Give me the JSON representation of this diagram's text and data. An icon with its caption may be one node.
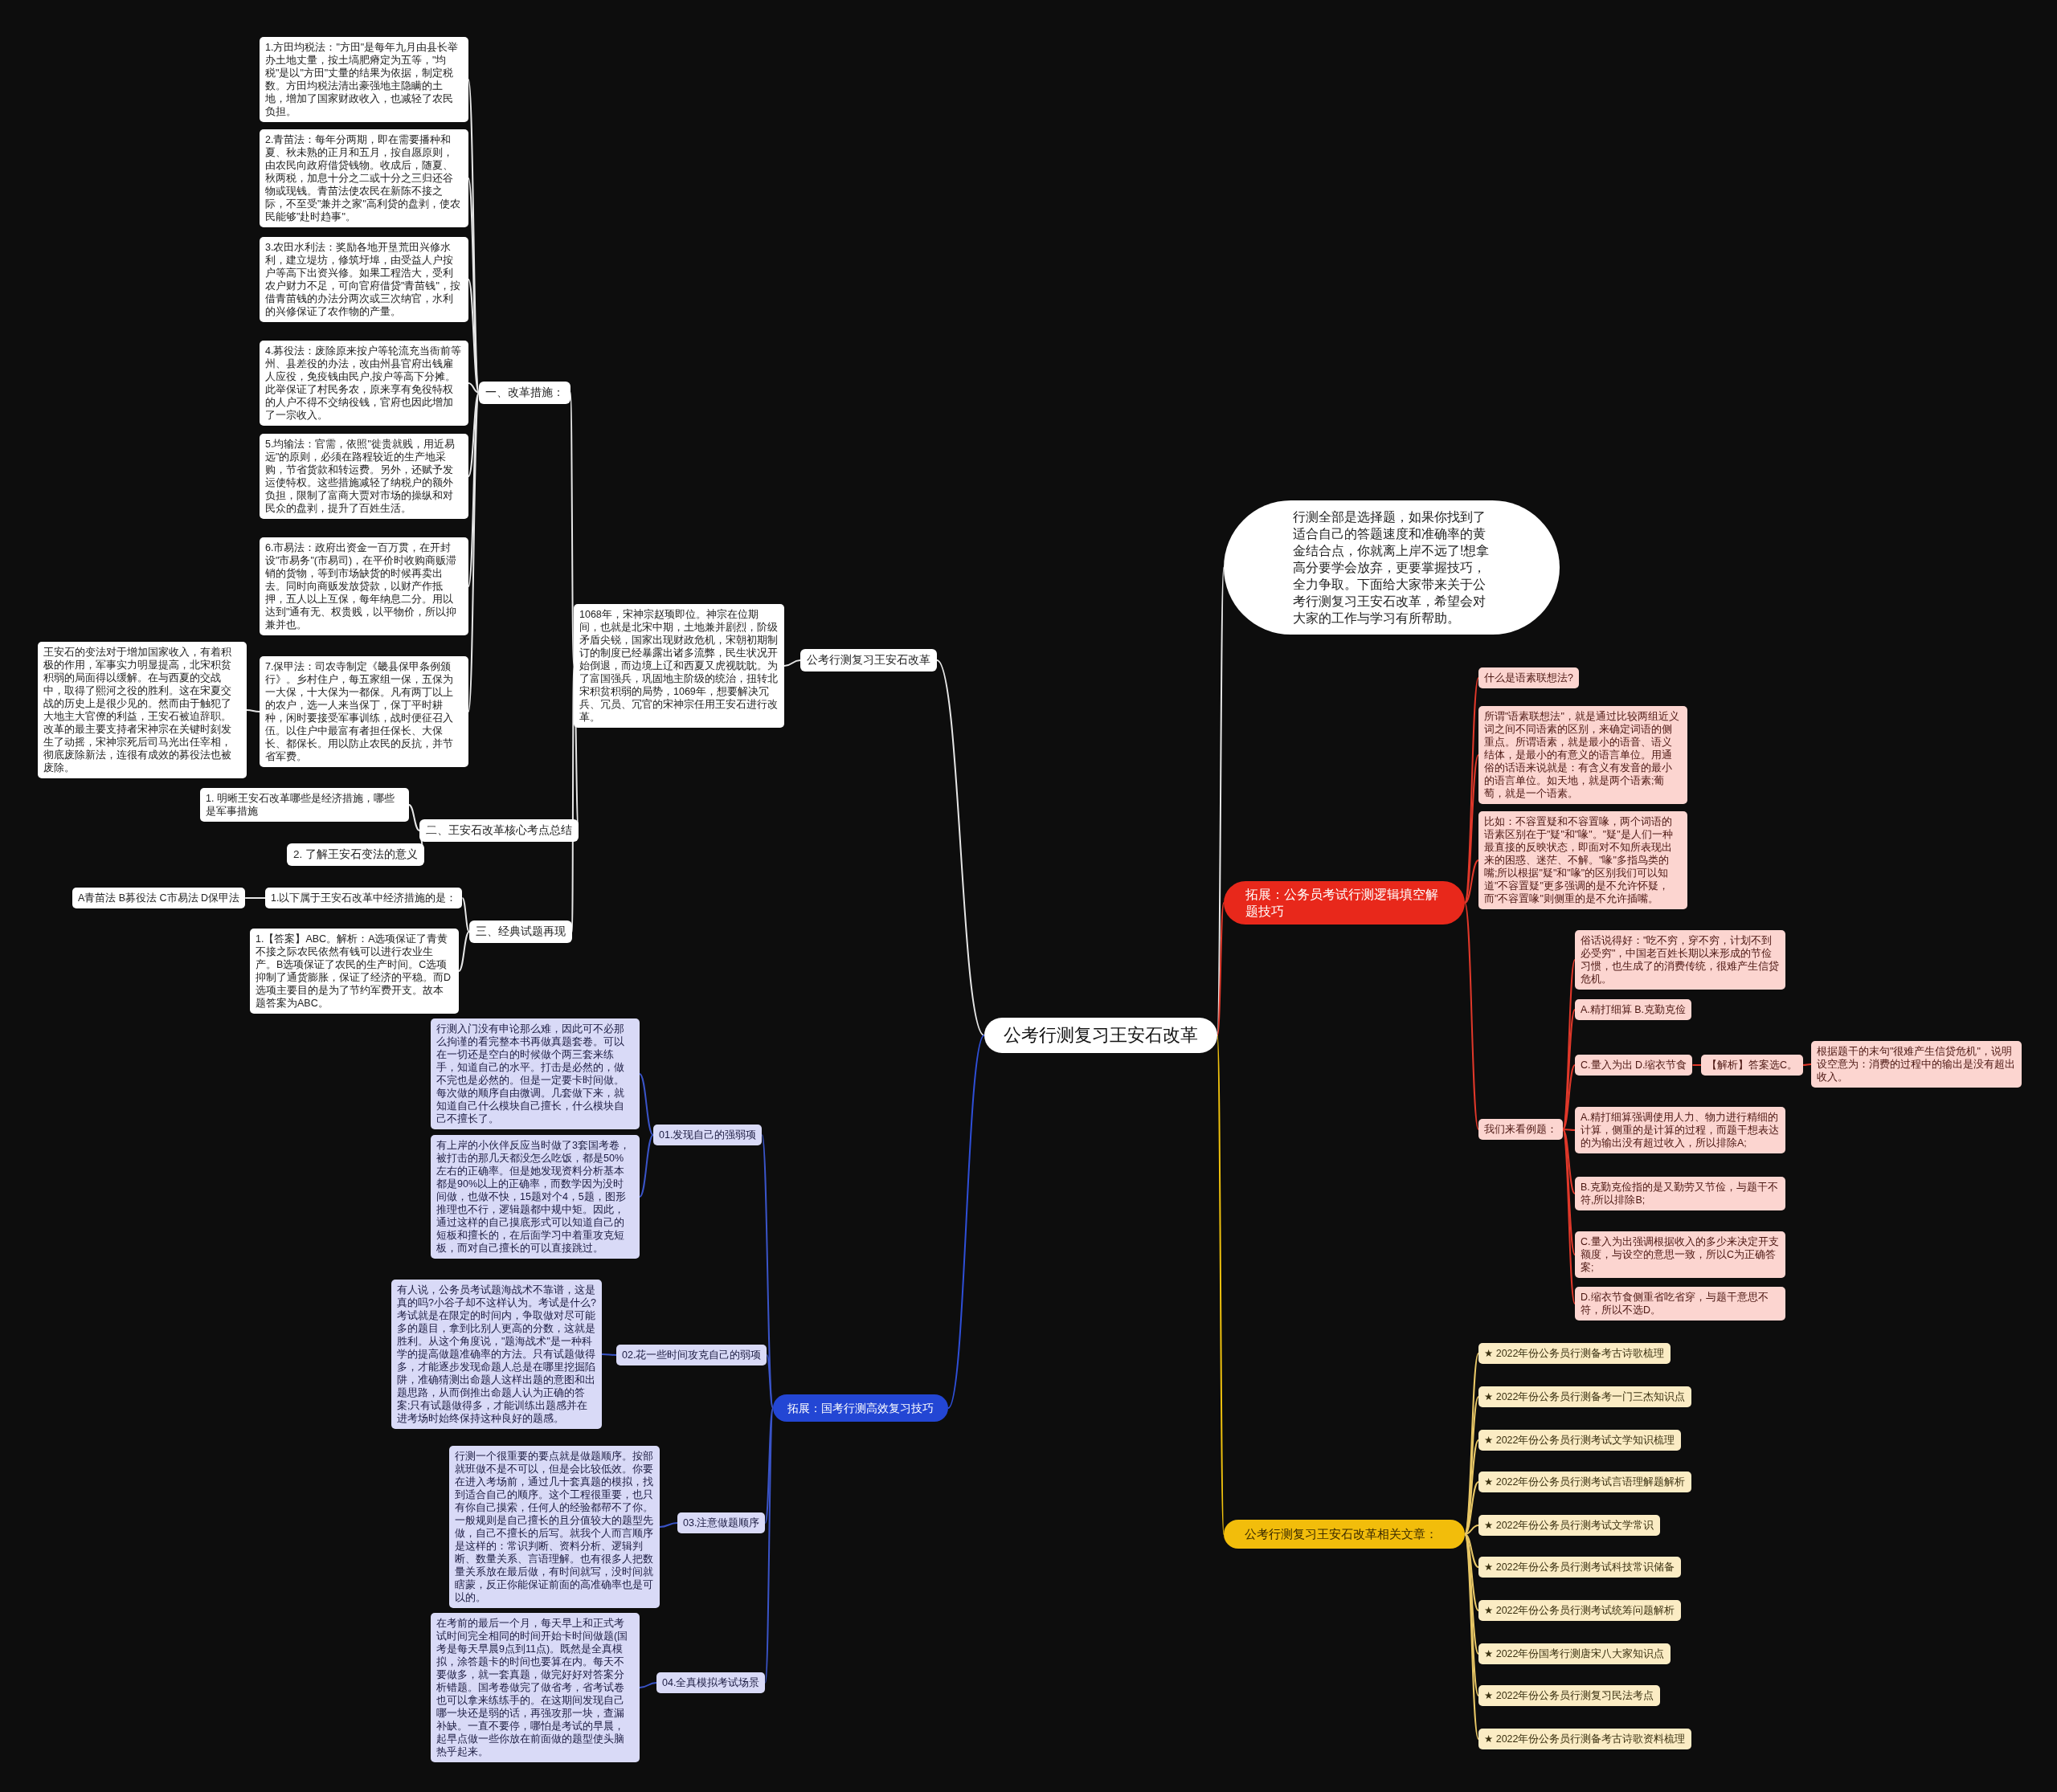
{
  "diagram": {
    "nodes": [
      {
        "text": [
          "公考行测复习王安石改革"
        ]
      },
      {
        "text": [
          "公考行测复习王安石改革"
        ]
      },
      {
        "text": [
          "1068年，宋神宗赵顼即位。神宗在位期间，也就是北宋中期，土地兼并剧烈，阶级矛盾尖锐，国家出现财政危机，宋朝初期制订的制度已经暴露出诸多流弊，民生状况开始倒退，而边境上辽和西夏又虎视眈眈。为了富国强兵，巩固地主阶级的统治，扭转北宋积贫积弱的局势，1069年，想要解决冗兵、冗员、冗官的宋神宗任用王安石进行改革。"
        ]
      },
      {
        "text": [
          "一、改革措施："
        ]
      },
      {
        "text": [
          "1.方田均税法：\"方田\"是每年九月由县长举办土地丈量，按土塙肥瘠定为五等，\"均税\"是以\"方田\"丈量的结果为依据，制定税数。方田均税法清出豪强地主隐瞒的土地，增加了国家财政收入，也减轻了农民负担。"
        ]
      },
      {
        "text": [
          "2.青苗法：每年分两期，即在需要播种和夏、秋未熟的正月和五月，按自愿原则，由农民向政府借贷钱物。收成后，随夏、秋两税，加息十分之二或十分之三归还谷物或现钱。青苗法使农民在新陈不接之际，不至受\"兼并之家\"高利贷的盘剥，使农民能够\"赴时趋事\"。"
        ]
      },
      {
        "text": [
          "3.农田水利法：奖励各地开垦荒田兴修水利，建立堤坊，修筑圩埠，由受益人户按户等高下出资兴修。如果工程浩大，受利农户财力不足，可向官府借贷\"青苗钱\"，按借青苗钱的办法分两次或三次纳官，水利的兴修保证了农作物的产量。"
        ]
      },
      {
        "text": [
          "4.募役法：废除原来按户等轮流充当衙前等州、县差役的办法，改由州县官府出钱雇人应役，免疫钱由民户,按户等高下分摊。此举保证了村民务农，原来享有免役特权的人户不得不交纳役钱，官府也因此增加了一宗收入。"
        ]
      },
      {
        "text": [
          "5.均输法：官需，依照\"徙贵就贱，用近易远\"的原则，必须在路程较近的生产地采购，节省货款和转运费。另外，还赋予发运使特权。这些措施减轻了纳税户的额外负担，限制了富商大贾对市场的操纵和对民众的盘剥，提升了百姓生活。"
        ]
      },
      {
        "text": [
          "6.市易法：政府出资金一百万贯，在开封设\"市易务\"(市易司)，在平价时收购商贩滞销的货物，等到市场缺货的时候再卖出去。同时向商贩发放贷款，以财产作抵押，五人以上互保，每年纳息二分。用以达到\"通有无、权贵贱，以平物价，所以抑兼并也。"
        ]
      },
      {
        "text": [
          "7.保甲法：司农寺制定《畿县保甲条例颁行》。乡村住户，每五家组一保，五保为一大保，十大保为一都保。凡有两丁以上的农户，选一人来当保丁，保丁平时耕种，闲时要接受军事训练，战时便征召入伍。以住户中最富有者担任保长、大保长、都保长。用以防止农民的反抗，并节省军费。"
        ]
      },
      {
        "text": [
          "王安石的变法对于增加国家收入，有着积极的作用，军事实力明显提高，北宋积贫积弱的局面得以缓解。在与西夏的交战中，取得了熙河之役的胜利。这在宋夏交战的历史上是很少见的。然而由于触犯了大地主大官僚的利益，王安石被迫辞职。改革的最主要支持者宋神宗在关键时刻发生了动摇，宋神宗死后司马光出任宰相，彻底废除新法，连很有成效的募役法也被废除。"
        ]
      },
      {
        "text": [
          "二、王安石改革核心考点总结"
        ]
      },
      {
        "text": [
          "1. 明晰王安石改革哪些是经济措施，哪些是军事措施"
        ]
      },
      {
        "text": [
          "2. 了解王安石变法的意义"
        ]
      },
      {
        "text": [
          "三、经典试题再现"
        ]
      },
      {
        "text": [
          "1.以下属于王安石改革中经济措施的是："
        ]
      },
      {
        "text": [
          "A青苗法 B募役法 C市易法 D保甲法"
        ]
      },
      {
        "text": [
          "1.【答案】ABC。解析：A选项保证了青黄不接之际农民依然有钱可以进行农业生产。B选项保证了农民的生产时间。C选项抑制了通货膨胀，保证了经济的平稳。而D选项主要目的是为了节约军费开支。故本题答案为ABC。"
        ]
      },
      {
        "text": [
          "行测全部是选择题，如果你找到了适合自己的答题速度和准确率的黄金结合点，你就离上岸不远了!想拿高分要学会放弃，更要掌握技巧，全力争取。下面给大家带来关于公考行测复习王安石改革，希望会对大家的工作与学习有所帮助。"
        ]
      },
      {
        "text": [
          "拓展：公务员考试行测逻辑填空解题技巧"
        ]
      },
      {
        "text": [
          "什么是语素联想法?"
        ]
      },
      {
        "text": [
          "所谓\"语素联想法\"，就是通过比较两组近义词之间不同语素的区别，来确定词语的侧重点。所谓语素，就是最小的语音、语义结体，是最小的有意义的语言单位。用通俗的话语来说就是：有含义有发音的最小的语言单位。如天地，就是两个语素;葡萄，就是一个语素。"
        ]
      },
      {
        "text": [
          "比如：不容置疑和不容置喙，两个词语的语素区别在于\"疑\"和\"喙\"。\"疑\"是人们一种最直接的反映状态，即面对不知所表现出来的困惑、迷茫、不解。\"喙\"多指鸟类的嘴;所以根据\"疑\"和\"喙\"的区别我们可以知道\"不容置疑\"更多强调的是不允许怀疑，而\"不容置喙\"则侧重的是不允许插嘴。"
        ]
      },
      {
        "text": [
          "我们来看例题："
        ]
      },
      {
        "text": [
          "俗话说得好：\"吃不穷，穿不穷，计划不到必受穷\"，中国老百姓长期以来形成的节俭习惯，也生成了的消费传统，很难产生信贷危机。"
        ]
      },
      {
        "text": [
          "A.精打细算 B.克勤克俭"
        ]
      },
      {
        "text": [
          "C.量入为出 D.缩衣节食"
        ]
      },
      {
        "text": [
          "【解析】答案选C。"
        ]
      },
      {
        "text": [
          "根据题干的末句\"很难产生信贷危机\"，说明设空意为：消费的过程中的输出是没有超出收入。"
        ]
      },
      {
        "text": [
          "A.精打细算强调使用人力、物力进行精细的计算，侧重的是计算的过程，而题干想表达的为输出没有超过收入，所以排除A;"
        ]
      },
      {
        "text": [
          "B.克勤克俭指的是又勤劳又节俭，与题干不符,所以排除B;"
        ]
      },
      {
        "text": [
          "C.量入为出强调根据收入的多少来决定开支额度，与设空的意思一致，所以C为正确答案;"
        ]
      },
      {
        "text": [
          "D.缩衣节食侧重省吃省穿，与题干意思不符，所以不选D。"
        ]
      },
      {
        "text": [
          "公考行测复习王安石改革相关文章："
        ]
      },
      {
        "text": [
          "★ 2022年份公务员行测备考古诗歌梳理"
        ]
      },
      {
        "text": [
          "★ 2022年份公务员行测备考一门三杰知识点"
        ]
      },
      {
        "text": [
          "★ 2022年份公务员行测考试文学知识梳理"
        ]
      },
      {
        "text": [
          "★ 2022年份公务员行测考试言语理解题解析"
        ]
      },
      {
        "text": [
          "★ 2022年份公务员行测考试文学常识"
        ]
      },
      {
        "text": [
          "★ 2022年份公务员行测考试科技常识储备"
        ]
      },
      {
        "text": [
          "★ 2022年份公务员行测考试统筹问题解析"
        ]
      },
      {
        "text": [
          "★ 2022年份国考行测唐宋八大家知识点"
        ]
      },
      {
        "text": [
          "★ 2022年份公务员行测复习民法考点"
        ]
      },
      {
        "text": [
          "★ 2022年份公务员行测备考古诗歌资料梳理"
        ]
      },
      {
        "text": [
          "拓展：国考行测高效复习技巧"
        ]
      },
      {
        "text": [
          "01.发现自己的强弱项"
        ]
      },
      {
        "text": [
          "行测入门没有申论那么难，因此可不必那么拘谨的看完整本书再做真题套卷。可以在一切还是空白的时候做个两三套来练手，知道自己的水平。打击是必然的，做不完也是必然的。但是一定要卡时间做。每次做的顺序自由微调。几套做下来，就知道自己什么模块自己擅长，什么模块自己不擅长了。"
        ]
      },
      {
        "text": [
          "有上岸的小伙伴反应当时做了3套国考卷，被打击的那几天都没怎么吃饭，都是50%左右的正确率。但是她发现资料分析基本都是90%以上的正确率，而数学因为没时间做，也做不快，15题对个4，5题，图形推理也不行，逻辑题都中规中矩。因此，通过这样的自己摸底形式可以知道自己的短板和擅长的，在后面学习中着重攻克短板，而对自己擅长的可以直接跳过。"
        ]
      },
      {
        "text": [
          "02.花一些时间攻克自己的弱项"
        ]
      },
      {
        "text": [
          "有人说，公务员考试题海战术不靠谱，这是真的吗?小谷子却不这样认为。考试是什么?考试就是在限定的时间内，争取做对尽可能多的题目，拿到比别人更高的分数，这就是胜利。从这个角度说，\"题海战术\"是一种科学的提高做题准确率的方法。只有试题做得多，才能逐步发现命题人总是在哪里挖掘陷阱，准确猜测出命题人这样出题的意图和出题思路，从而倒推出命题人认为正确的答案;只有试题做得多，才能训练出题感并在进考场时始终保持这种良好的题感。"
        ]
      },
      {
        "text": [
          "03.注意做题顺序"
        ]
      },
      {
        "text": [
          "行测一个很重要的要点就是做题顺序。按部就班做不是不可以，但是会比较低效。你要在进入考场前，通过几十套真题的模拟，找到适合自己的顺序。这个工程很重要，也只有你自己摸索，任何人的经验都帮不了你。一般规则是自己擅长的且分值较大的题型先做，自己不擅长的后写。就我个人而言顺序是这样的：常识判断、资料分析、逻辑判断、数量关系、言语理解。也有很多人把数量关系放在最后做，有时间就写，没时间就瞎蒙，反正你能保证前面的高准确率也是可以的。"
        ]
      },
      {
        "text": [
          "04.全真模拟考试场景"
        ]
      },
      {
        "text": [
          "在考前的最后一个月，每天早上和正式考试时间完全相同的时间开始卡时间做题(国考是每天早晨9点到11点)。既然是全真模拟，涂答题卡的时间也要算在内。每天不要做多，就一套真题，做完好好对答案分析错题。国考卷做完了做省考，省考试卷也可以拿来练练手的。在这期间发现自己哪一块还是弱的话，再强攻那一块，查漏补缺。一直不要停，哪怕是考试的早晨，起早点做一些你放在前面做的题型使头脑热乎起来。"
        ]
      }
    ],
    "edges": [
      {
        "from": 0,
        "to": 1,
        "arrow": "none"
      },
      {
        "from": 1,
        "to": 2,
        "arrow": "none"
      },
      {
        "from": 2,
        "to": 3,
        "arrow": "none"
      },
      {
        "from": 3,
        "to": 4,
        "arrow": "none"
      },
      {
        "from": 3,
        "to": 5,
        "arrow": "none"
      },
      {
        "from": 3,
        "to": 6,
        "arrow": "none"
      },
      {
        "from": 3,
        "to": 7,
        "arrow": "none"
      },
      {
        "from": 3,
        "to": 8,
        "arrow": "none"
      },
      {
        "from": 3,
        "to": 9,
        "arrow": "none"
      },
      {
        "from": 3,
        "to": 10,
        "arrow": "none"
      },
      {
        "from": 10,
        "to": 11,
        "arrow": "none"
      },
      {
        "from": 2,
        "to": 12,
        "arrow": "none"
      },
      {
        "from": 12,
        "to": 13,
        "arrow": "none"
      },
      {
        "from": 12,
        "to": 14,
        "arrow": "none"
      },
      {
        "from": 2,
        "to": 15,
        "arrow": "none"
      },
      {
        "from": 15,
        "to": 16,
        "arrow": "none"
      },
      {
        "from": 16,
        "to": 17,
        "arrow": "none"
      },
      {
        "from": 15,
        "to": 18,
        "arrow": "none"
      },
      {
        "from": 0,
        "to": 19,
        "arrow": "none"
      },
      {
        "from": 0,
        "to": 20,
        "arrow": "none",
        "color": "#e0382a"
      },
      {
        "from": 20,
        "to": 21,
        "arrow": "none",
        "color": "#e0382a"
      },
      {
        "from": 20,
        "to": 22,
        "arrow": "none",
        "color": "#e0382a"
      },
      {
        "from": 20,
        "to": 23,
        "arrow": "none",
        "color": "#e0382a"
      },
      {
        "from": 20,
        "to": 24,
        "arrow": "none",
        "color": "#e0382a"
      },
      {
        "from": 24,
        "to": 25,
        "arrow": "none",
        "color": "#e0382a"
      },
      {
        "from": 24,
        "to": 26,
        "arrow": "none",
        "color": "#e0382a"
      },
      {
        "from": 24,
        "to": 27,
        "arrow": "none",
        "color": "#e0382a"
      },
      {
        "from": 27,
        "to": 28,
        "arrow": "none",
        "color": "#e0382a"
      },
      {
        "from": 28,
        "to": 29,
        "arrow": "none",
        "color": "#e0382a"
      },
      {
        "from": 24,
        "to": 30,
        "arrow": "none",
        "color": "#e0382a"
      },
      {
        "from": 24,
        "to": 31,
        "arrow": "none",
        "color": "#e0382a"
      },
      {
        "from": 24,
        "to": 32,
        "arrow": "none",
        "color": "#e0382a"
      },
      {
        "from": 24,
        "to": 33,
        "arrow": "none",
        "color": "#e0382a"
      },
      {
        "from": 0,
        "to": 34,
        "arrow": "none",
        "color": "#f0c20e"
      },
      {
        "from": 34,
        "to": 35,
        "arrow": "none",
        "color": "#e8c766"
      },
      {
        "from": 34,
        "to": 36,
        "arrow": "none",
        "color": "#e8c766"
      },
      {
        "from": 34,
        "to": 37,
        "arrow": "none",
        "color": "#e8c766"
      },
      {
        "from": 34,
        "to": 38,
        "arrow": "none",
        "color": "#e8c766"
      },
      {
        "from": 34,
        "to": 39,
        "arrow": "none",
        "color": "#e8c766"
      },
      {
        "from": 34,
        "to": 40,
        "arrow": "none",
        "color": "#e8c766"
      },
      {
        "from": 34,
        "to": 41,
        "arrow": "none",
        "color": "#e8c766"
      },
      {
        "from": 34,
        "to": 42,
        "arrow": "none",
        "color": "#e8c766"
      },
      {
        "from": 34,
        "to": 43,
        "arrow": "none",
        "color": "#e8c766"
      },
      {
        "from": 34,
        "to": 44,
        "arrow": "none",
        "color": "#e8c766"
      },
      {
        "from": 0,
        "to": 45,
        "arrow": "none",
        "color": "#2f4fd8"
      },
      {
        "from": 45,
        "to": 46,
        "arrow": "none",
        "color": "#3a54c8"
      },
      {
        "from": 46,
        "to": 47,
        "arrow": "none",
        "color": "#3a54c8"
      },
      {
        "from": 46,
        "to": 48,
        "arrow": "none",
        "color": "#3a54c8"
      },
      {
        "from": 45,
        "to": 49,
        "arrow": "none",
        "color": "#3a54c8"
      },
      {
        "from": 49,
        "to": 50,
        "arrow": "none",
        "color": "#3a54c8"
      },
      {
        "from": 45,
        "to": 51,
        "arrow": "none",
        "color": "#3a54c8"
      },
      {
        "from": 51,
        "to": 52,
        "arrow": "none",
        "color": "#3a54c8"
      },
      {
        "from": 45,
        "to": 53,
        "arrow": "none",
        "color": "#3a54c8"
      },
      {
        "from": 53,
        "to": 54,
        "arrow": "none",
        "color": "#3a54c8"
      }
    ]
  }
}
